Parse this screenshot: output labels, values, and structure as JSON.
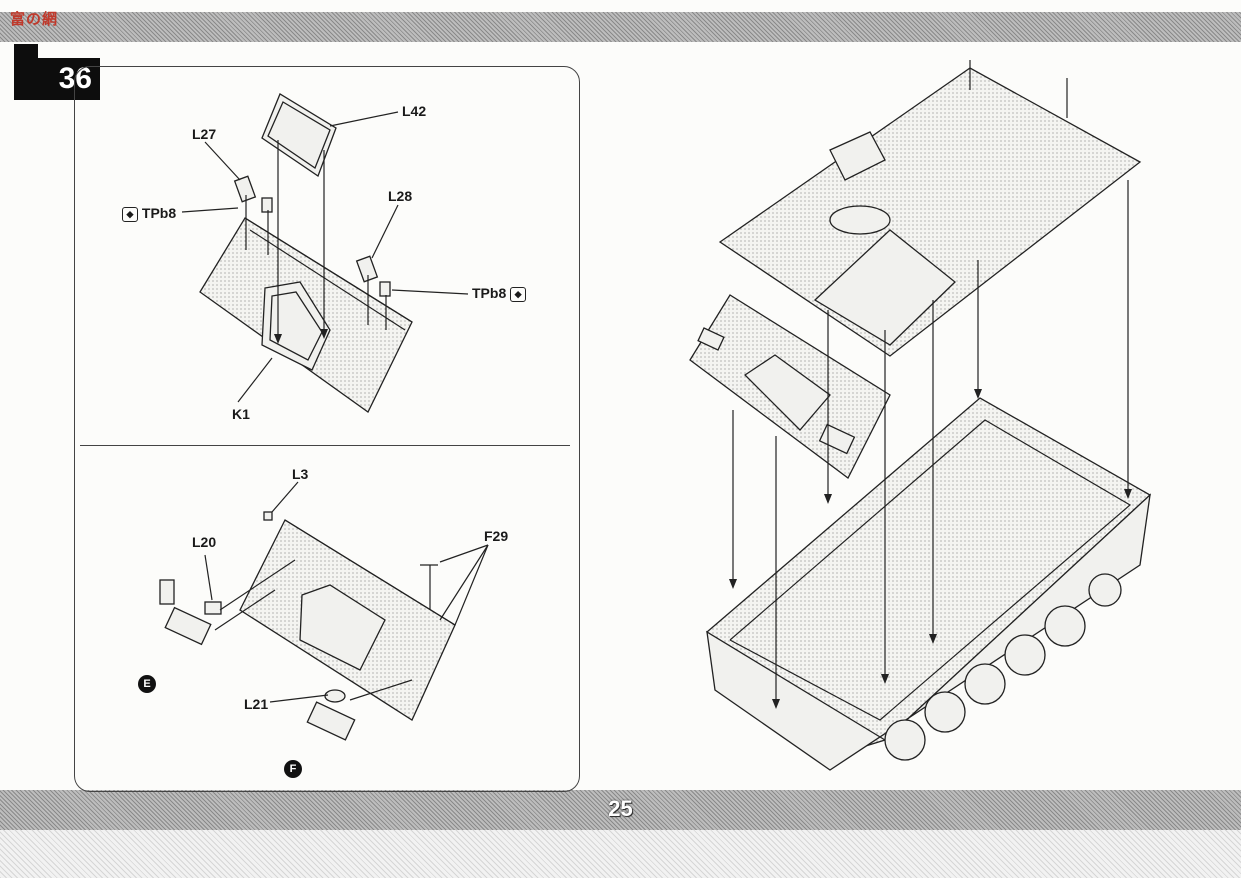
{
  "header": {
    "logo_text": "富の網"
  },
  "step": {
    "number": "36"
  },
  "page": {
    "number": "25"
  },
  "top_panel": {
    "labels": {
      "L42": "L42",
      "L27": "L27",
      "L28": "L28",
      "TPb8_left": "TPb8",
      "TPb8_right": "TPb8",
      "K1": "K1"
    }
  },
  "bottom_panel": {
    "labels": {
      "L3": "L3",
      "L20": "L20",
      "F29": "F29",
      "L21": "L21"
    },
    "callouts": {
      "E": "E",
      "F": "F"
    }
  },
  "icons": {
    "tp_mark": "parts-tree-icon"
  }
}
